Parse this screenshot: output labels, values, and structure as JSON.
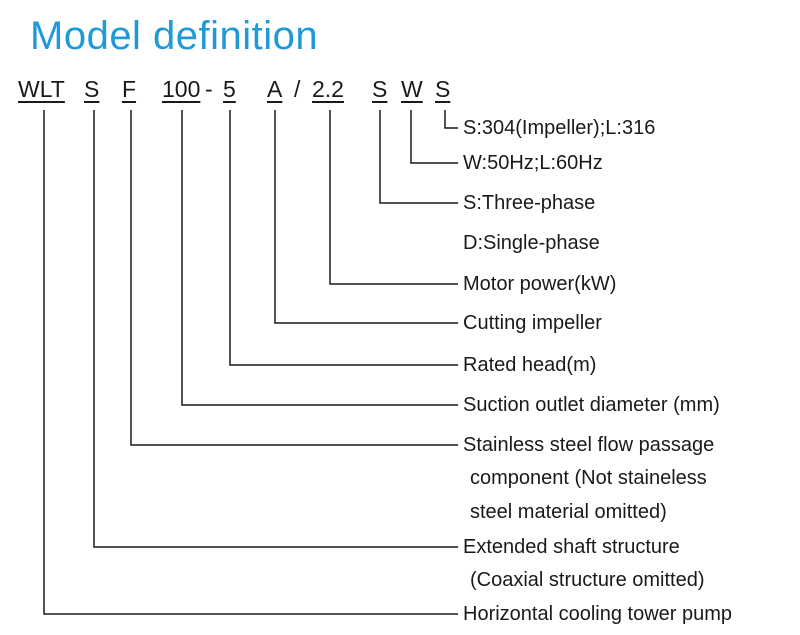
{
  "title": "Model definition",
  "code": {
    "wlt": "WLT",
    "s1": "S",
    "f": "F",
    "num": "100",
    "dash": "-",
    "head": "5",
    "a": "A",
    "slash": "/",
    "power": "2.2",
    "s2": "S",
    "w": "W",
    "s3": "S"
  },
  "descriptions": {
    "material": "S:304(Impeller);L:316",
    "frequency": "W:50Hz;L:60Hz",
    "three_phase": "S:Three-phase",
    "single_phase": "D:Single-phase",
    "motor_power": "Motor power(kW)",
    "cutting": "Cutting impeller",
    "rated_head": "Rated head(m)",
    "suction": "Suction outlet diameter (mm)",
    "stainless_1": "Stainless steel flow passage",
    "stainless_2": "component (Not staineless",
    "stainless_3": "steel material omitted)",
    "extended_1": "Extended shaft structure",
    "extended_2": "(Coaxial structure omitted)",
    "horizontal": "Horizontal cooling tower pump"
  }
}
